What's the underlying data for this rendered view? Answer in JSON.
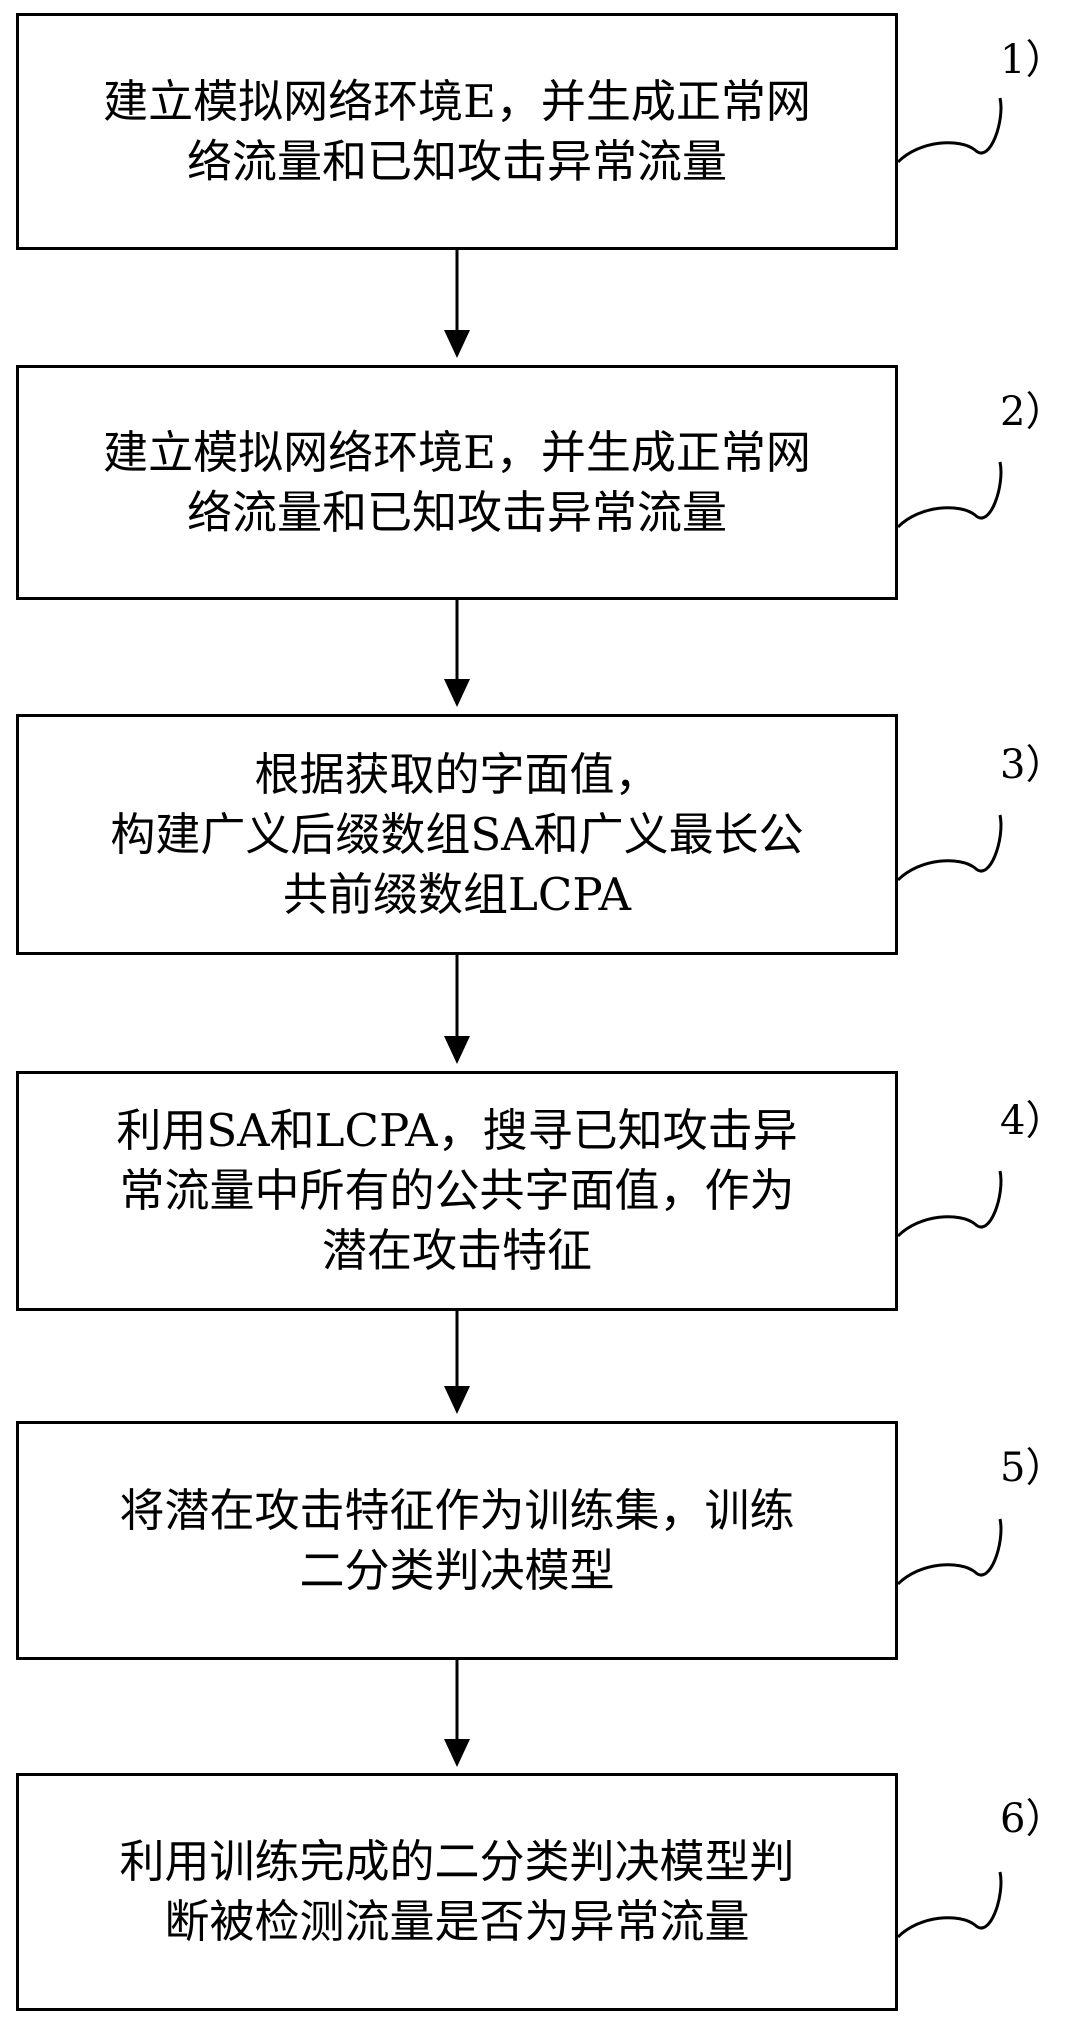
{
  "steps": [
    {
      "number": "1）",
      "lines": [
        "建立模拟网络环境E，并生成正常网",
        "络流量和已知攻击异常流量"
      ]
    },
    {
      "number": "2）",
      "lines": [
        "建立模拟网络环境E，并生成正常网",
        "络流量和已知攻击异常流量"
      ]
    },
    {
      "number": "3）",
      "lines": [
        "根据获取的字面值，",
        "构建广义后缀数组SA和广义最长公",
        "共前缀数组LCPA"
      ]
    },
    {
      "number": "4）",
      "lines": [
        "利用SA和LCPA，搜寻已知攻击异",
        "常流量中所有的公共字面值，作为",
        "潜在攻击特征"
      ]
    },
    {
      "number": "5）",
      "lines": [
        "将潜在攻击特征作为训练集，训练",
        "二分类判决模型"
      ]
    },
    {
      "number": "6）",
      "lines": [
        "利用训练完成的二分类判决模型判",
        "断被检测流量是否为异常流量"
      ]
    }
  ],
  "colors": {
    "line": "#000000",
    "background": "#ffffff"
  }
}
